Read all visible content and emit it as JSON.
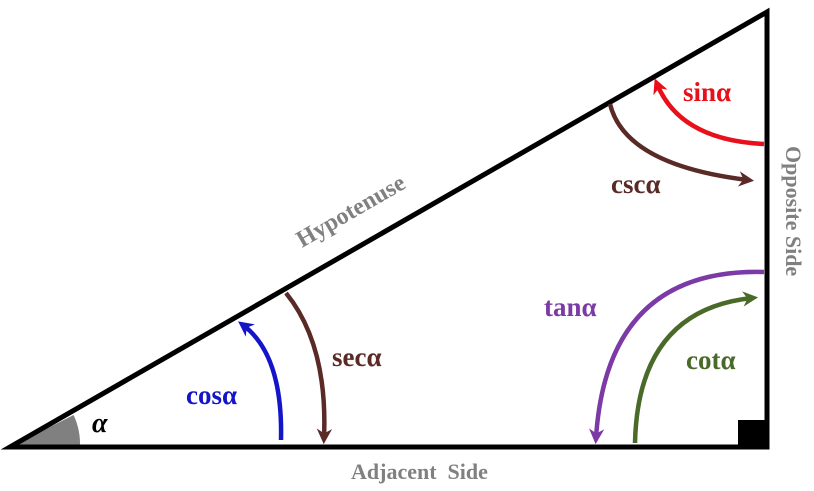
{
  "labels": {
    "alpha": "α",
    "hypotenuse": "Hypotenuse",
    "opposite": "Opposite  Side",
    "adjacent": "Adjacent  Side",
    "sin": "sinα",
    "csc": "cscα",
    "cos": "cosα",
    "sec": "secα",
    "tan": "tanα",
    "cot": "cotα"
  },
  "colors": {
    "triangle": "#000000",
    "side_label": "#808080",
    "angle_fill": "#808080",
    "sin": "#e8101a",
    "csc": "#5a2a26",
    "cos": "#1414c8",
    "sec": "#5a2a26",
    "tan": "#7b3aa6",
    "cot": "#4a6a2a"
  },
  "icons": {
    "right_angle": "right-angle-square-icon"
  }
}
